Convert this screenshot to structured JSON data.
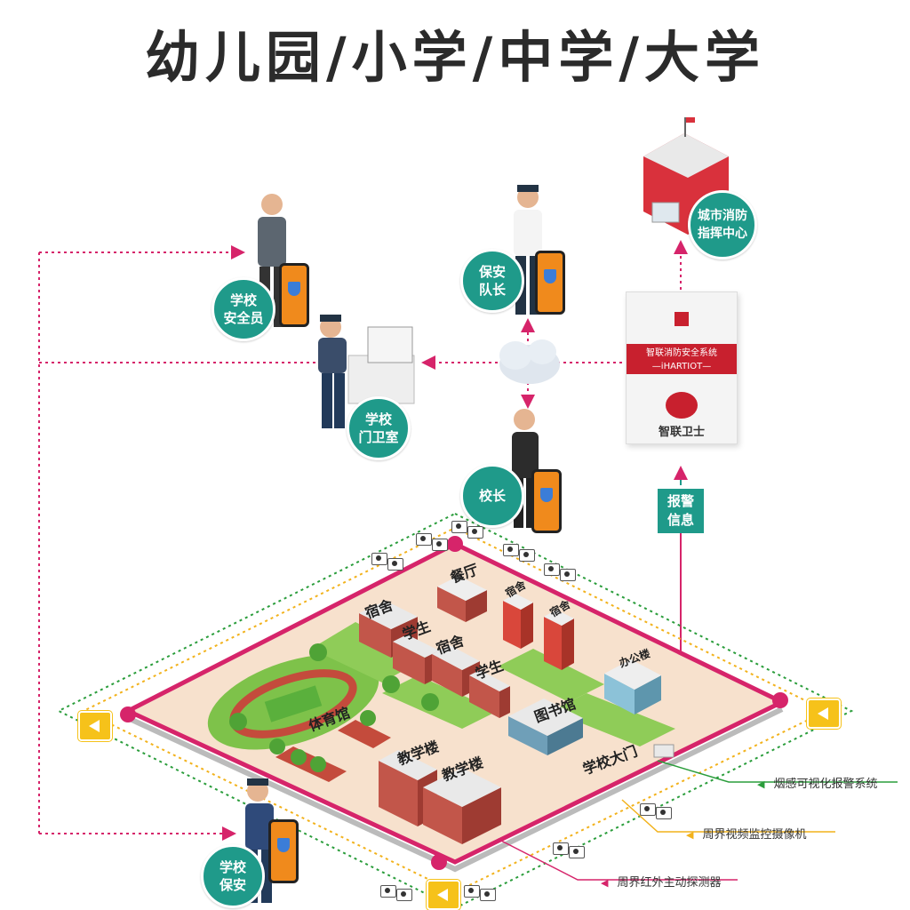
{
  "title": "幼儿园/小学/中学/大学",
  "roles": {
    "safety_officer": "学校\n安全员",
    "security_captain": "保安\n队长",
    "gate_room": "学校\n门卫室",
    "principal": "校长",
    "security_guard": "学校\n保安",
    "fire_center": "城市消防\n指挥中心"
  },
  "product": {
    "band_line1": "智联消防安全系统",
    "band_line2": "—iHARTIOT—",
    "brand": "智联卫士"
  },
  "alarm_info": "报警\n信息",
  "buildings": {
    "dorm_1": "宿舍",
    "student_1": "学生",
    "canteen": "餐厅",
    "dorm_2": "宿舍",
    "student_2": "学生",
    "teacher_1": "宿舍",
    "teacher_2": "宿舍",
    "gym": "体育馆",
    "library": "图书馆",
    "office": "办公楼",
    "teaching_1": "教学楼",
    "teaching_2": "教学楼",
    "gate": "学校大门"
  },
  "legend": {
    "smoke": "烟感可视化报警系统",
    "video": "周界视频监控摄像机",
    "infrared": "周界红外主动探测器"
  },
  "colors": {
    "teal": "#1f9a8a",
    "red": "#c8202e",
    "pink_line": "#d6246a",
    "green_line": "#2a9d3b",
    "yellow_line": "#f2b21c",
    "orange": "#f08a1c"
  }
}
